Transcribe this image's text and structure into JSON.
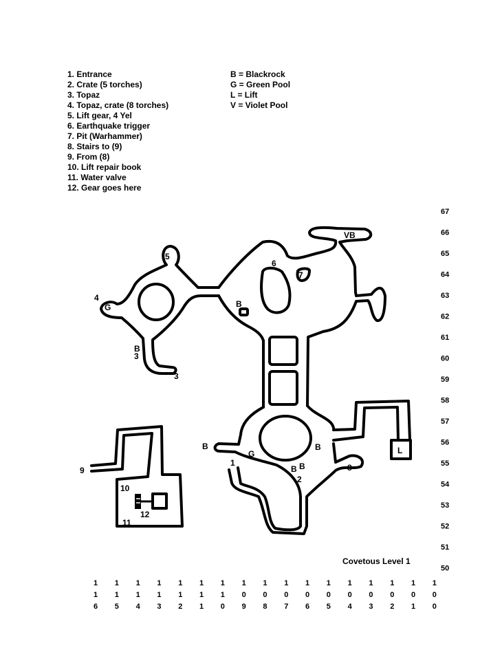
{
  "legend_numbers": [
    "1.  Entrance",
    "2.  Crate (5 torches)",
    "3.  Topaz",
    "4.  Topaz, crate (8 torches)",
    "5.  Lift gear, 4 Yel",
    "6.  Earthquake trigger",
    "7.  Pit (Warhammer)",
    "8.  Stairs to (9)",
    "9.  From (8)",
    "10. Lift repair book",
    "11. Water valve",
    "12. Gear goes here"
  ],
  "legend_letters": [
    "B = Blackrock",
    "G = Green Pool",
    "L = Lift",
    "V = Violet Pool"
  ],
  "map": {
    "title": "Covetous Level 1",
    "labels": [
      "5",
      "6",
      "7",
      "VB",
      "4",
      "G",
      "B",
      "B",
      "3",
      "3",
      "B",
      "G",
      "B",
      "1",
      "B",
      "B",
      "2",
      "8",
      "L",
      "9",
      "10",
      "12",
      "11"
    ]
  },
  "y_axis": [
    "67",
    "66",
    "65",
    "64",
    "63",
    "62",
    "61",
    "60",
    "59",
    "58",
    "57",
    "56",
    "55",
    "54",
    "53",
    "52",
    "51",
    "50"
  ],
  "x_axis": [
    [
      "1",
      "1",
      "6"
    ],
    [
      "1",
      "1",
      "5"
    ],
    [
      "1",
      "1",
      "4"
    ],
    [
      "1",
      "1",
      "3"
    ],
    [
      "1",
      "1",
      "2"
    ],
    [
      "1",
      "1",
      "1"
    ],
    [
      "1",
      "1",
      "0"
    ],
    [
      "1",
      "0",
      "9"
    ],
    [
      "1",
      "0",
      "8"
    ],
    [
      "1",
      "0",
      "7"
    ],
    [
      "1",
      "0",
      "6"
    ],
    [
      "1",
      "0",
      "5"
    ],
    [
      "1",
      "0",
      "4"
    ],
    [
      "1",
      "0",
      "3"
    ],
    [
      "1",
      "0",
      "2"
    ],
    [
      "1",
      "0",
      "1"
    ],
    [
      "1",
      "0",
      "0"
    ]
  ]
}
